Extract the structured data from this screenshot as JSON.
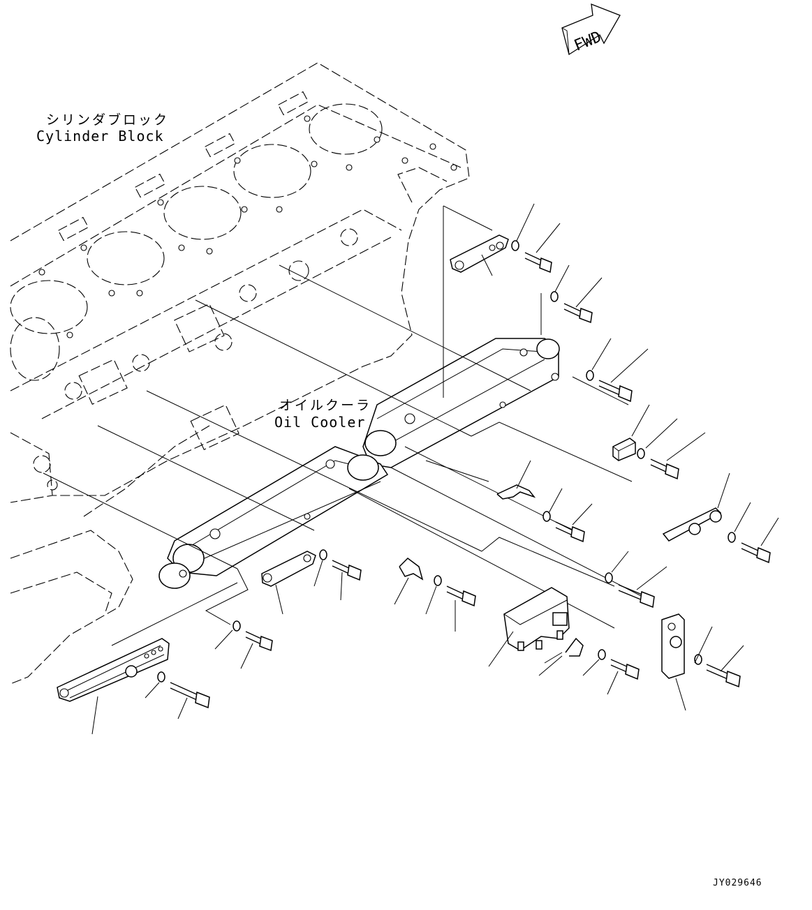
{
  "labels": {
    "fwd": "FWD",
    "cylinder_block_jp": "シリンダブロック",
    "cylinder_block_en": "Cylinder Block",
    "oil_cooler_jp": "オイルクーラ",
    "oil_cooler_en": "Oil Cooler",
    "drawing_code": "JY029646"
  },
  "icons": {
    "fwd_arrow": "fwd-direction-arrow-icon"
  }
}
